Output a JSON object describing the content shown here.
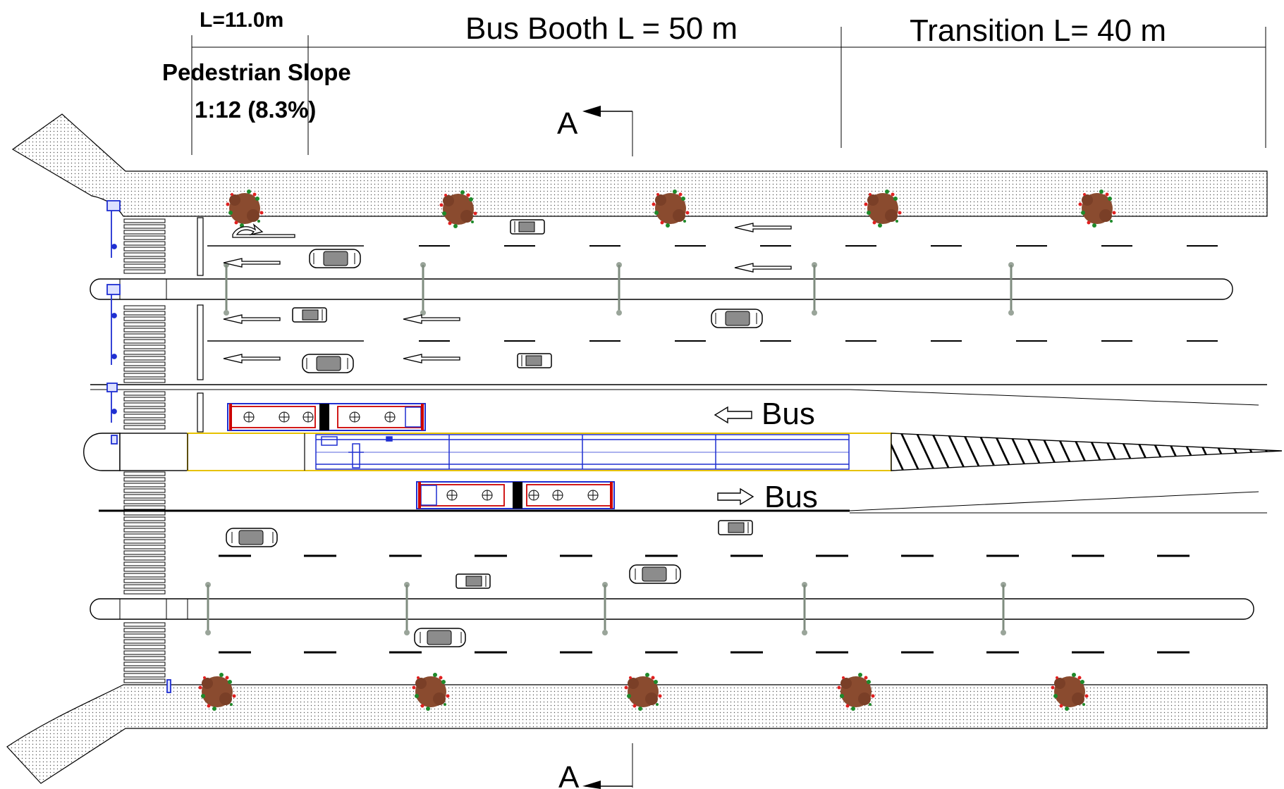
{
  "labels": {
    "ramp_length": "L=11.0m",
    "booth": "Bus Booth L = 50 m",
    "transition": "Transition  L= 40 m",
    "ped_slope_title": "Pedestrian Slope",
    "ped_slope_value": "1:12 (8.3%)",
    "section_top": "A",
    "section_bottom": "A",
    "bus_west": "Bus",
    "bus_east": "Bus"
  },
  "colors": {
    "line": "#000000",
    "sidewalk": "#ffffff",
    "sidewalk_dots": "#555555",
    "bus_body": "#cc0000",
    "bus_glass": "#1f2fd1",
    "station": "#1f2fd1",
    "station_edge": "#e6c200",
    "tree_crown": "#8a4b2f",
    "tree_leaf": "#1e8a2a",
    "tree_flower": "#e02020",
    "pole": "#7f8c7f",
    "signal": "#1f2fd1"
  },
  "icons": {
    "tree": "tree-icon",
    "car": "car-icon",
    "bus": "articulated-bus-icon",
    "lamp": "street-lamp-icon",
    "arrow": "lane-arrow-icon",
    "signal": "traffic-signal-icon"
  }
}
